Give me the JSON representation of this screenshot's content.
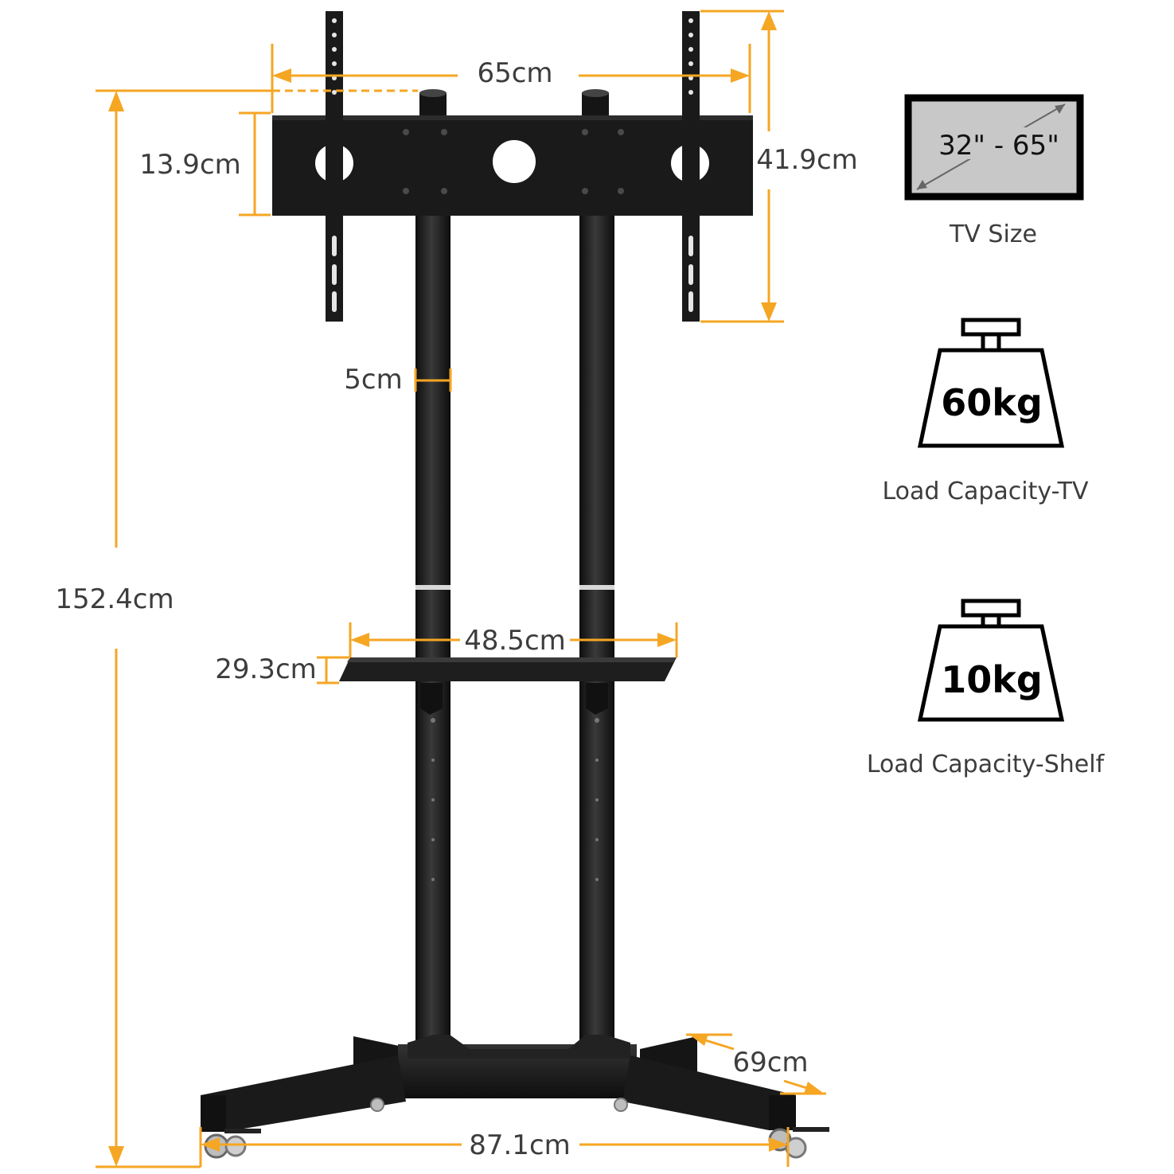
{
  "colors": {
    "dimension": "#f5a623",
    "metal": "#1c1c1c",
    "label": "#3d3d3d"
  },
  "dimensions": {
    "mount_width": "65cm",
    "mount_plate_height": "13.9cm",
    "bracket_height": "41.9cm",
    "pole_diameter": "5cm",
    "total_height": "152.4cm",
    "shelf_width": "48.5cm",
    "shelf_depth": "29.3cm",
    "base_depth": "69cm",
    "base_width": "87.1cm"
  },
  "tv_size": {
    "range": "32\" - 65\"",
    "label": "TV Size"
  },
  "load_tv": {
    "weight": "60kg",
    "label": "Load Capacity-TV"
  },
  "load_shelf": {
    "weight": "10kg",
    "label": "Load Capacity-Shelf"
  }
}
